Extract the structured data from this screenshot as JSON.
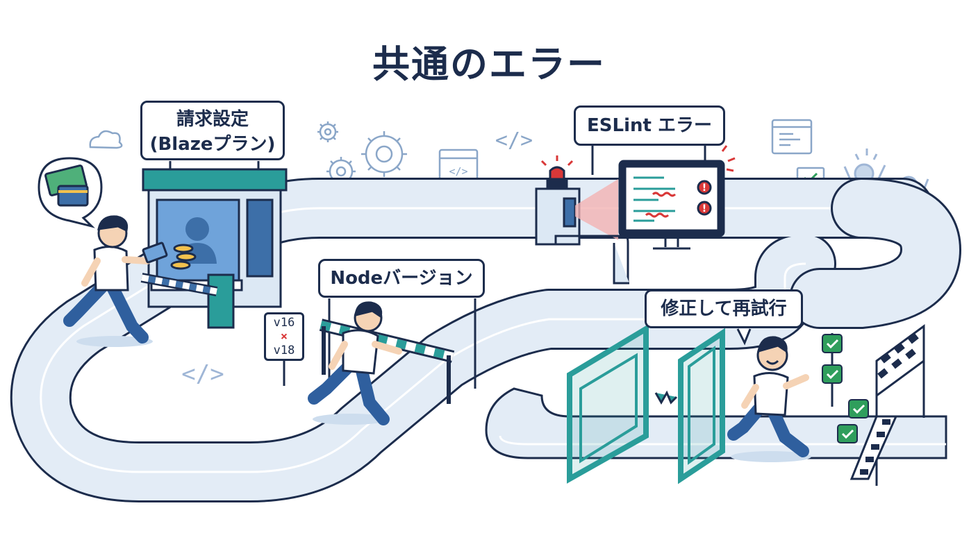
{
  "title": "共通のエラー",
  "signs": {
    "billing_line1": "請求設定",
    "billing_line2": "(Blazeプラン)",
    "node": "Nodeバージョン",
    "eslint": "ESLint エラー",
    "retry": "修正して再試行"
  },
  "version_sign": {
    "from": "v16",
    "mark": "×",
    "to": "v18"
  },
  "icons": {
    "code": "</>",
    "checkmark": "✓",
    "warning": "!"
  },
  "colors": {
    "navy": "#1c2c4c",
    "teal": "#2a9d9a",
    "track": "#e3ecf6",
    "blue_screen": "#6fa3da",
    "red_alert": "#d93838",
    "green_check": "#2f9e5c"
  }
}
